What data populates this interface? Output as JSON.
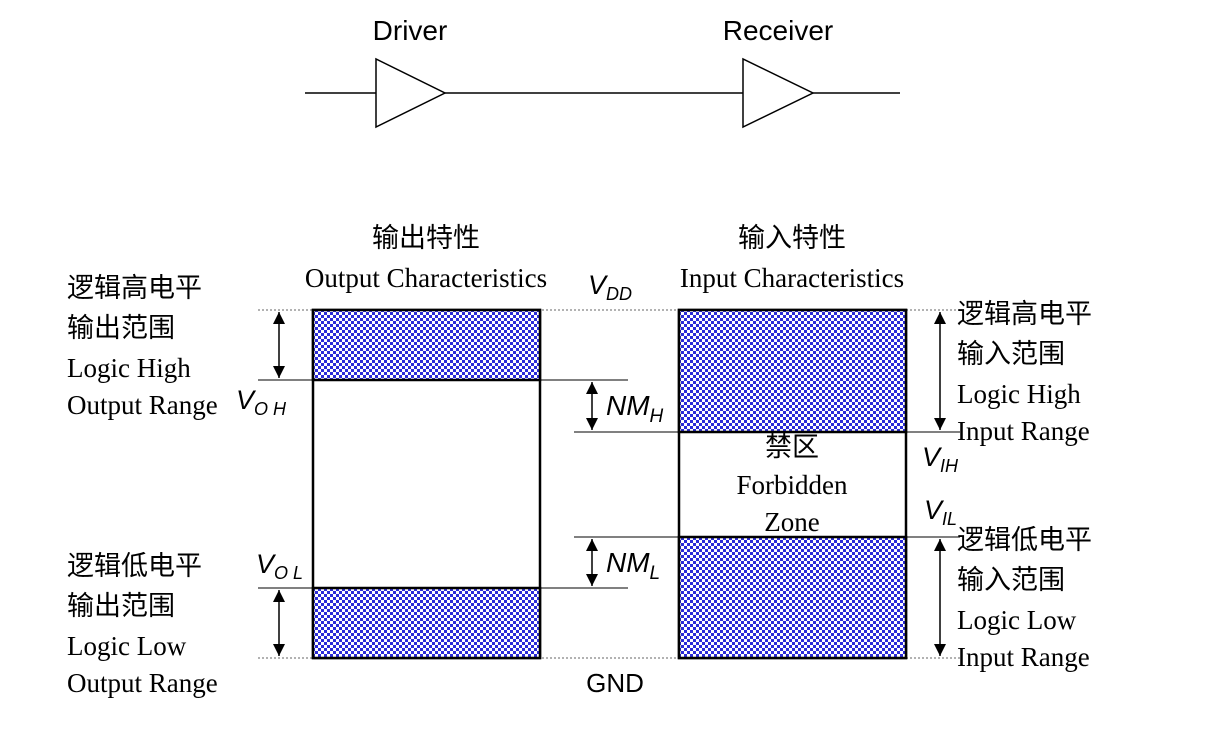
{
  "signal_path": {
    "driver_label": "Driver",
    "receiver_label": "Receiver"
  },
  "output_block": {
    "title_cn": "输出特性",
    "title_en": "Output Characteristics"
  },
  "input_block": {
    "title_cn": "输入特性",
    "title_en": "Input Characteristics"
  },
  "rails": {
    "vdd": {
      "sym": "V",
      "sub": "DD"
    },
    "gnd": "GND"
  },
  "levels": {
    "voh": {
      "sym": "V",
      "sub": "O H"
    },
    "vol": {
      "sym": "V",
      "sub": "O L"
    },
    "vih": {
      "sym": "V",
      "sub": "IH"
    },
    "vil": {
      "sym": "V",
      "sub": "IL"
    }
  },
  "noise_margins": {
    "high": {
      "sym": "NM",
      "sub": "H"
    },
    "low": {
      "sym": "NM",
      "sub": "L"
    }
  },
  "forbidden_zone": {
    "cn": "禁区",
    "en_line1": "Forbidden",
    "en_line2": "Zone"
  },
  "left_labels": {
    "high": [
      "逻辑高电平",
      "输出范围",
      "Logic High",
      "Output Range"
    ],
    "low": [
      "逻辑低电平",
      "输出范围",
      "Logic Low",
      "Output Range"
    ]
  },
  "right_labels": {
    "high": [
      "逻辑高电平",
      "输入范围",
      "Logic High",
      "Input Range"
    ],
    "low": [
      "逻辑低电平",
      "输入范围",
      "Logic Low",
      "Input Range"
    ]
  },
  "colors": {
    "hatch_blue": "#2b2bd8",
    "line": "#000000",
    "dotted": "#666666"
  }
}
